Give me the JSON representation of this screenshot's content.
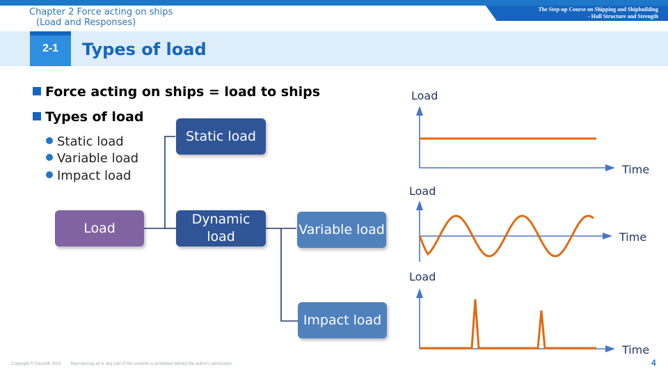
{
  "header": {
    "chapter_line1": "Chapter 2 Force acting on ships",
    "chapter_line2": "(Load and Responses)",
    "course_line1": "The Step-up Course on Shipping and Shipbuilding",
    "course_line2": "- Hull Structure and Strength",
    "section_number": "2-1",
    "title": "Types of load"
  },
  "bullets": [
    "Force acting on ships = load to ships",
    "Types of load"
  ],
  "sub_bullets": [
    "Static load",
    "Variable load",
    "Impact load"
  ],
  "diagram": {
    "load": "Load",
    "static": "Static load",
    "dynamic": "Dynamic load",
    "variable": "Variable load",
    "impact": "Impact load"
  },
  "graphs": {
    "load_label": "Load",
    "time_label": "Time",
    "line_color": "#e06a10",
    "axis_color": "#4a74c4"
  },
  "footer": {
    "copyright": "Copyright © ClassNK 2023",
    "notice": "Reproducing all or any part of the contents is prohibited without the author's permission",
    "page": "4"
  }
}
